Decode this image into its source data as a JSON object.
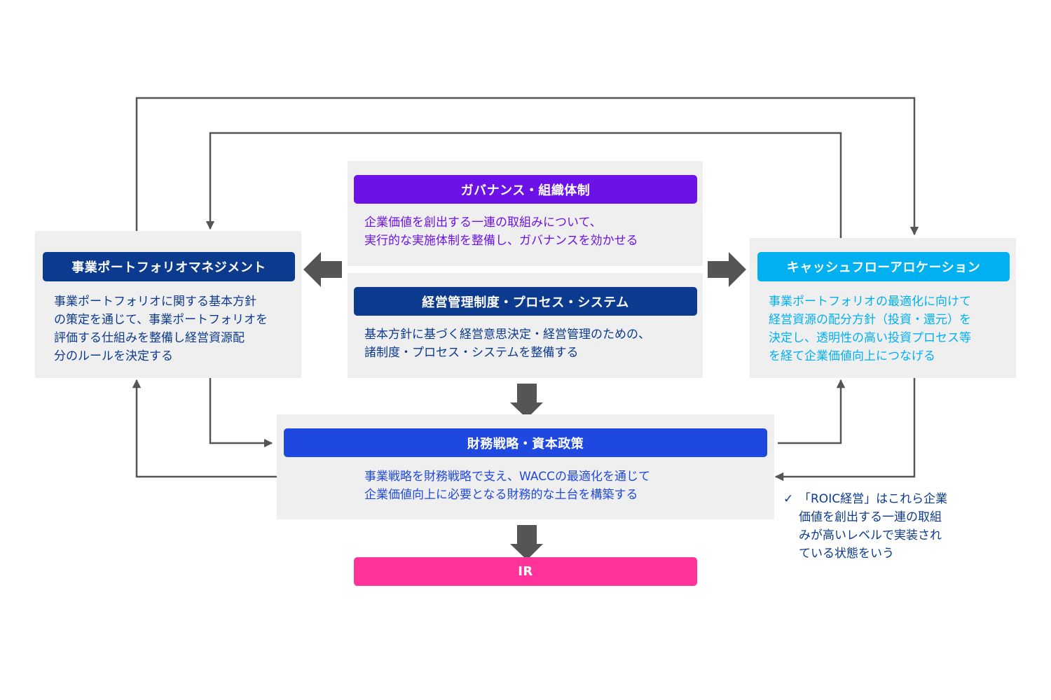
{
  "colors": {
    "governance": "#6c12e8",
    "management_system": "#0c3a8f",
    "portfolio": "#0c3a8f",
    "cashflow": "#00b0f0",
    "finance": "#1f48e0",
    "ir": "#ff3399",
    "arrow": "#555555",
    "panel_bg": "#efefef"
  },
  "governance": {
    "title": "ガバナンス・組織体制",
    "description": "企業価値を創出する一連の取組みについて、\n実行的な実施体制を整備し、ガバナンスを効かせる"
  },
  "management_system": {
    "title": "経営管理制度・プロセス・システム",
    "description": "基本方針に基づく経営意思決定・経営管理のための、\n諸制度・プロセス・システムを整備する"
  },
  "portfolio": {
    "title": "事業ポートフォリオマネジメント",
    "description": "事業ポートフォリオに関する基本方針\nの策定を通じて、事業ポートフォリオを\n評価する仕組みを整備し経営資源配\n分のルールを決定する"
  },
  "cashflow": {
    "title": "キャッシュフローアロケーション",
    "description": "事業ポートフォリオの最適化に向けて\n経営資源の配分方針（投資・還元）を\n決定し、透明性の高い投資プロセス等\nを経て企業価値向上につなげる"
  },
  "finance": {
    "title": "財務戦略・資本政策",
    "description": "事業戦略を財務戦略で支え、WACCの最適化を通じて\n企業価値向上に必要となる財務的な土台を構築する"
  },
  "ir": {
    "title": "IR"
  },
  "note": {
    "icon": "✓",
    "text": "「ROIC経営」はこれら企業\n価値を創出する一連の取組\nみが高いレベルで実装され\nている状態をいう"
  }
}
